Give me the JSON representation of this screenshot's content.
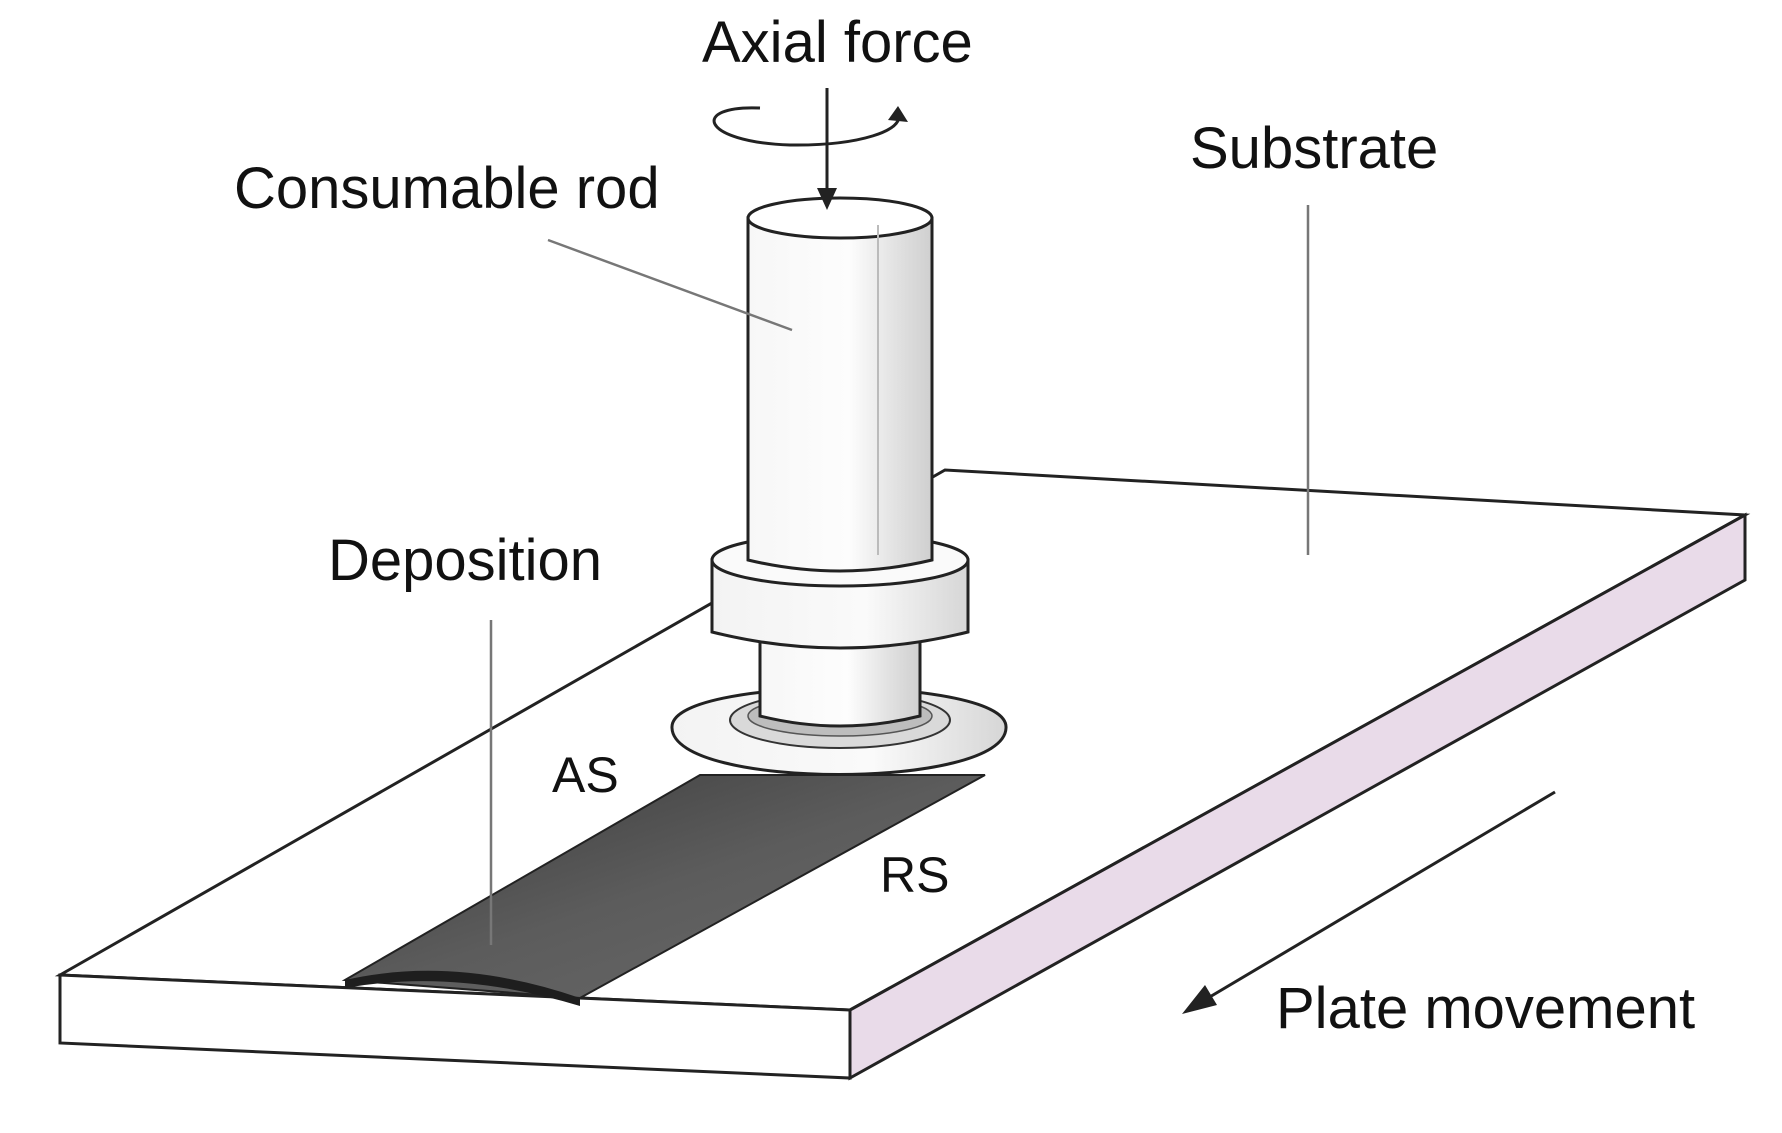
{
  "labels": {
    "axial_force": "Axial force",
    "consumable_rod": "Consumable rod",
    "substrate": "Substrate",
    "deposition": "Deposition",
    "advancing_side": "AS",
    "retreating_side": "RS",
    "plate_movement": "Plate movement"
  },
  "colors": {
    "plate_top": "#ffffff",
    "plate_side": "#e9dbe9",
    "deposit": "#5a5a5a",
    "rod": "#f4f4f4",
    "outline": "#222222"
  }
}
